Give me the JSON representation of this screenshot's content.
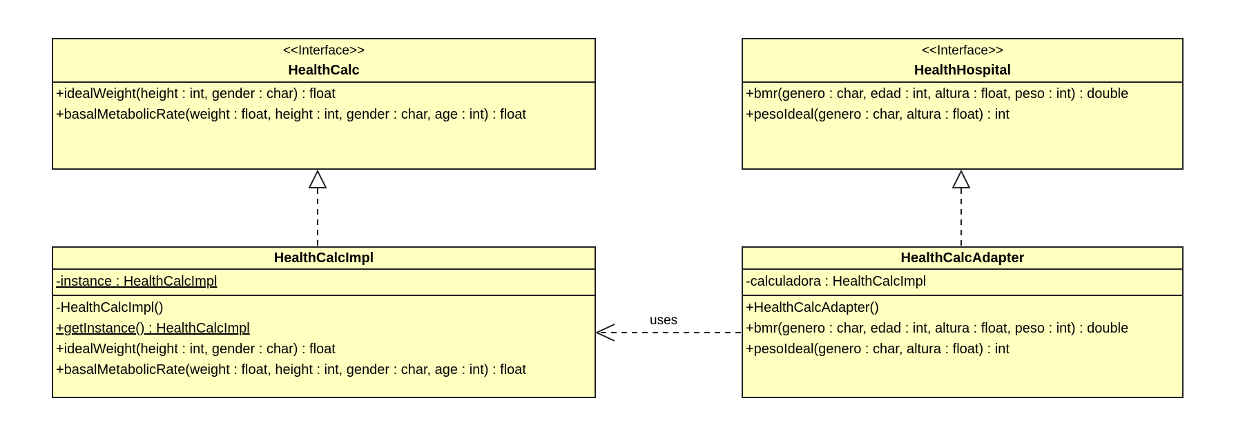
{
  "classes": {
    "health_calc": {
      "stereotype": "<<Interface>>",
      "name": "HealthCalc",
      "operations": [
        "+idealWeight(height : int, gender : char) : float",
        "+basalMetabolicRate(weight : float, height : int, gender : char, age : int) : float"
      ]
    },
    "health_hospital": {
      "stereotype": "<<Interface>>",
      "name": "HealthHospital",
      "operations": [
        "+bmr(genero : char, edad : int, altura : float, peso : int) : double",
        "+pesoIdeal(genero : char, altura : float) : int"
      ]
    },
    "health_calc_impl": {
      "name": "HealthCalcImpl",
      "attributes": [
        "-instance : HealthCalcImpl"
      ],
      "operations": [
        "-HealthCalcImpl()",
        "+getInstance() : HealthCalcImpl",
        "+idealWeight(height : int, gender : char) : float",
        "+basalMetabolicRate(weight : float, height : int, gender : char, age : int) : float"
      ]
    },
    "health_calc_adapter": {
      "name": "HealthCalcAdapter",
      "attributes": [
        "-calculadora : HealthCalcImpl"
      ],
      "operations": [
        "+HealthCalcAdapter()",
        "+bmr(genero : char, edad : int, altura : float, peso : int) : double",
        "+pesoIdeal(genero : char, altura : float) : int"
      ]
    }
  },
  "relations": {
    "uses_label": "uses"
  }
}
